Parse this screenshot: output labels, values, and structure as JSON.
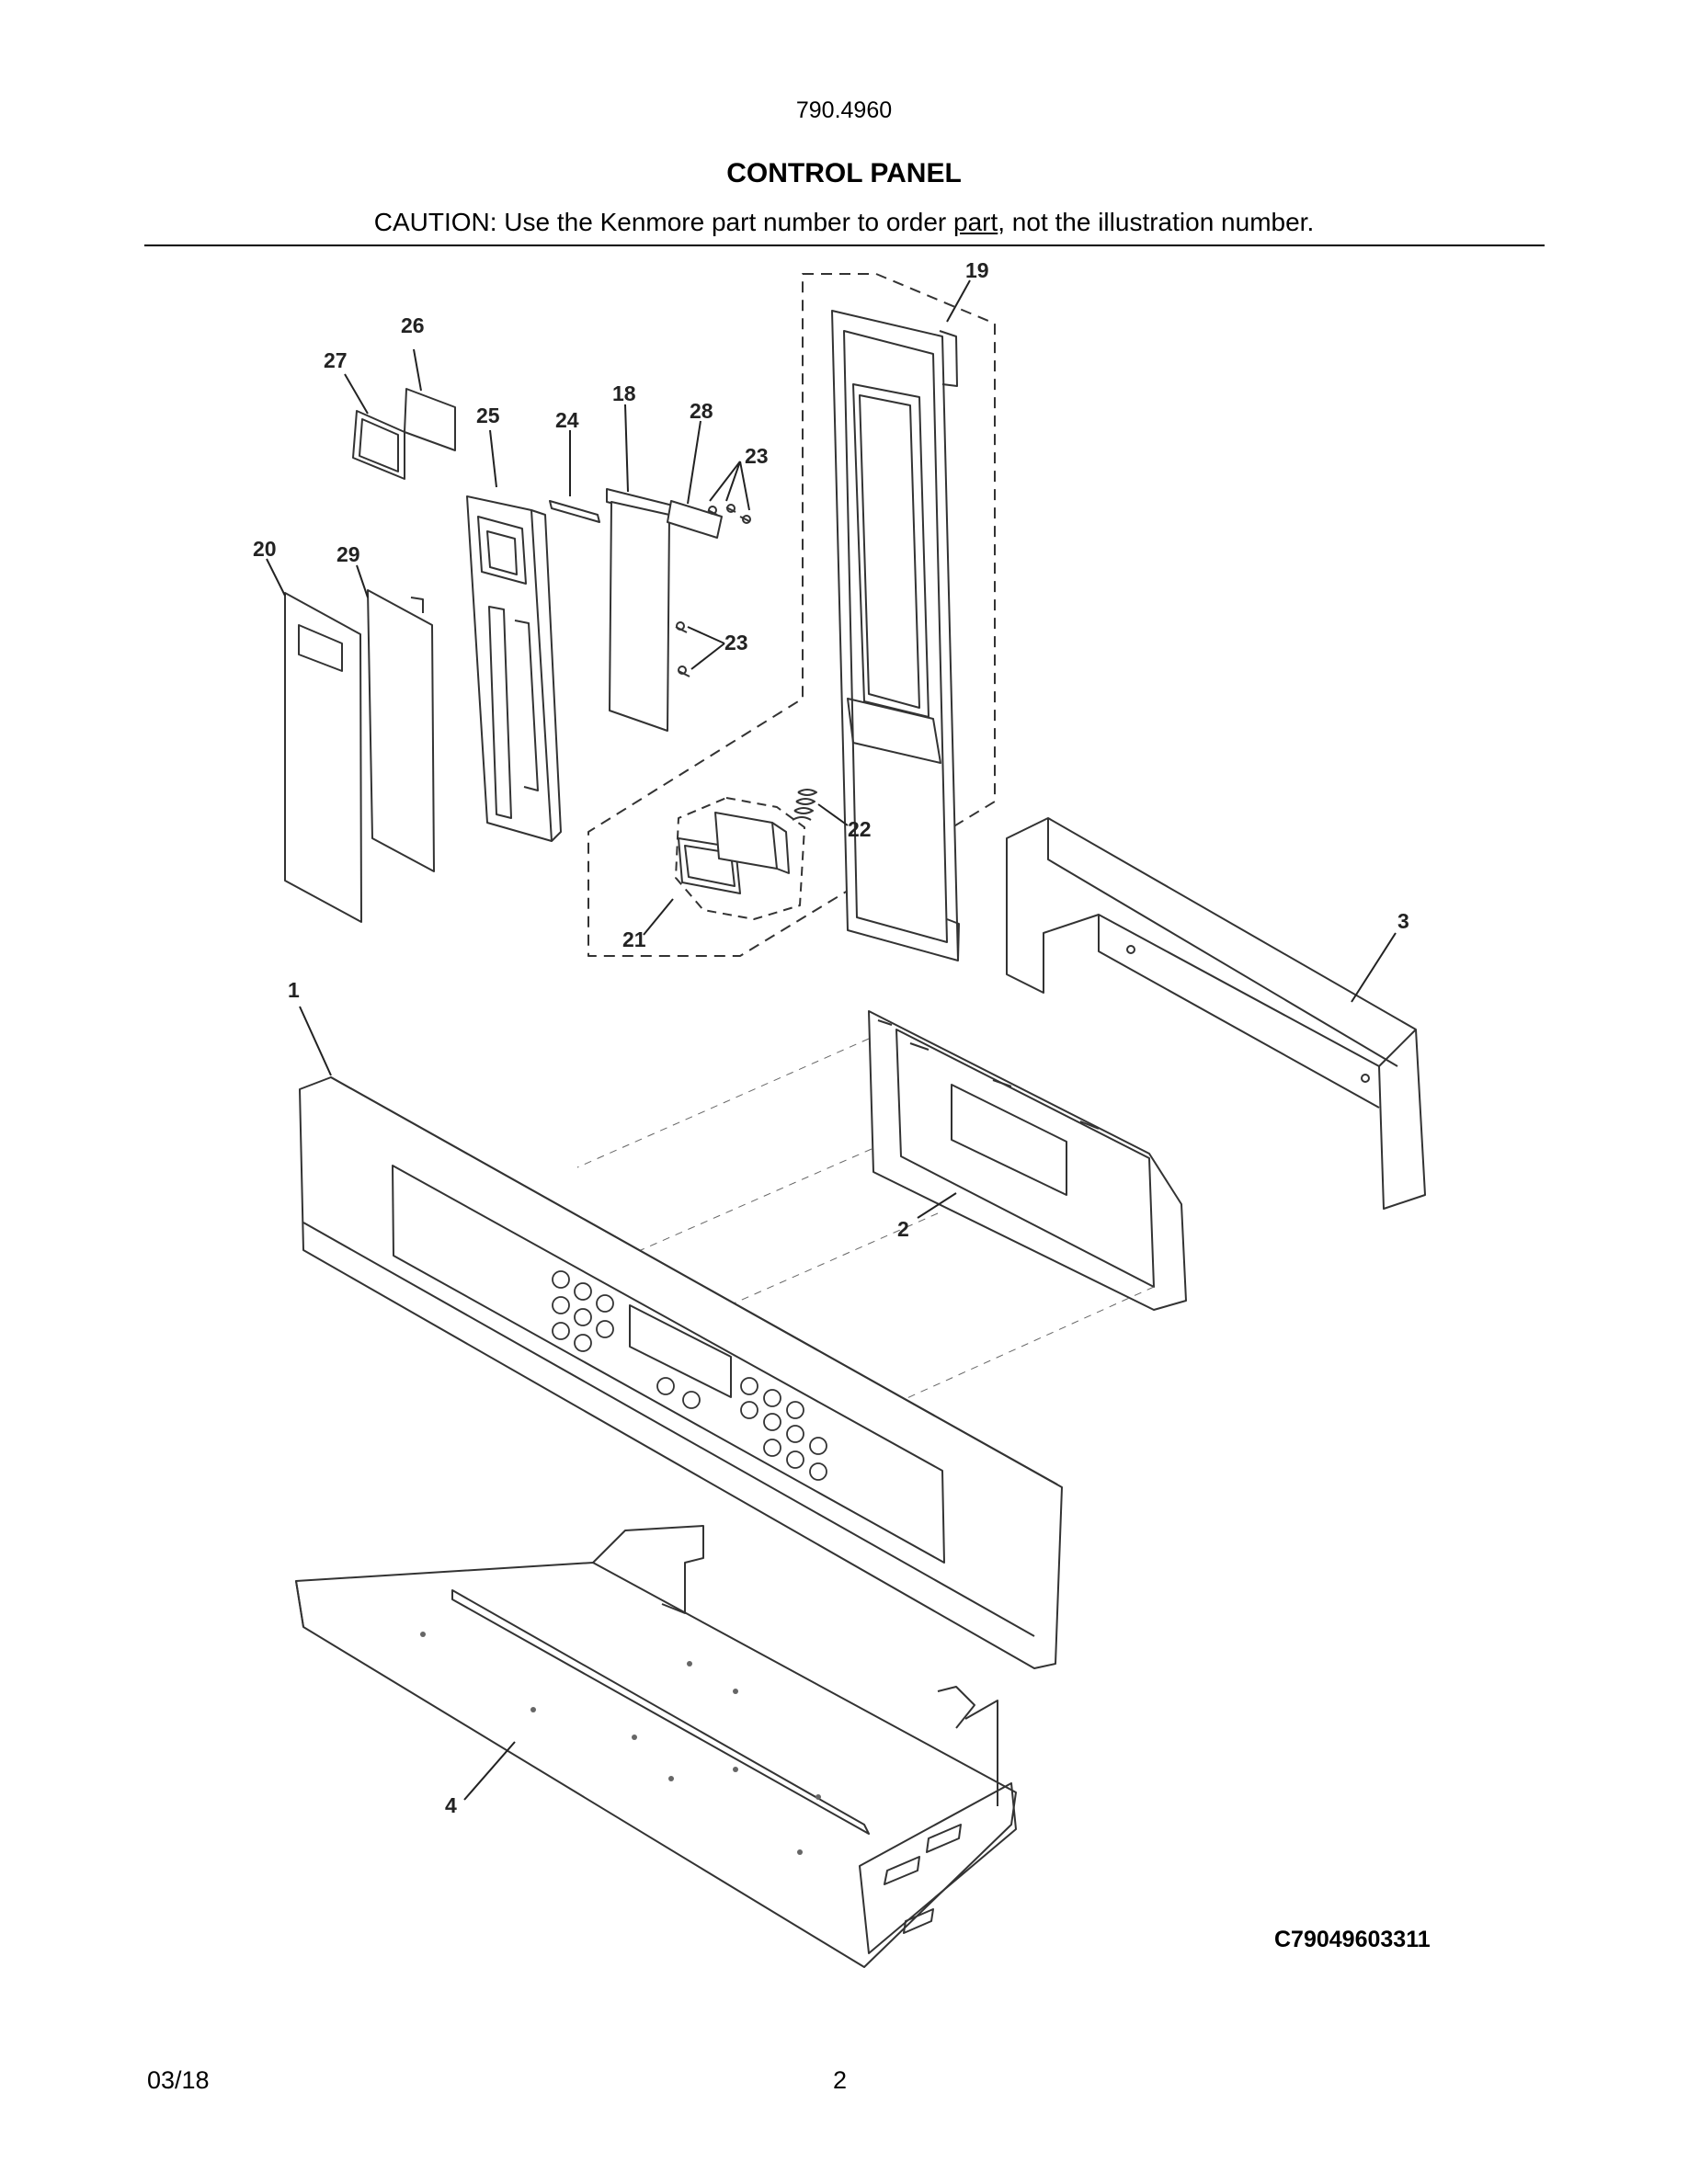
{
  "header": {
    "model_number": "790.4960",
    "section_title": "CONTROL PANEL",
    "caution_before": "CAUTION: Use the Kenmore part number to order ",
    "caution_link": "part",
    "caution_after": ", not the illustration number."
  },
  "callouts": {
    "c1": "1",
    "c2": "2",
    "c3": "3",
    "c4": "4",
    "c18": "18",
    "c19": "19",
    "c20": "20",
    "c21": "21",
    "c22": "22",
    "c23a": "23",
    "c23b": "23",
    "c24": "24",
    "c25": "25",
    "c26": "26",
    "c27": "27",
    "c28": "28",
    "c29": "29"
  },
  "footer": {
    "figure_code": "C79049603311",
    "date": "03/18",
    "page_number": "2"
  }
}
